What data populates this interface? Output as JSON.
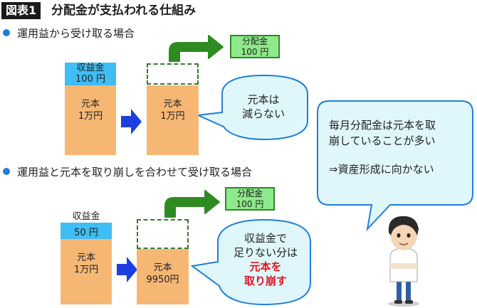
{
  "header": {
    "tag": "図表1",
    "title": "分配金が支払われる仕組み"
  },
  "section1": {
    "heading": "運用益から受け取る場合",
    "income_label": "収益金",
    "income_amount": "100 円",
    "principal_label": "元本",
    "principal_before": "1万円",
    "principal_after": "1万円",
    "dividend_label": "分配金",
    "dividend_amount": "100 円",
    "bubble_line1": "元本は",
    "bubble_line2": "減らない"
  },
  "section2": {
    "heading": "運用益と元本を取り崩しを合わせて受け取る場合",
    "income_label": "収益金",
    "income_amount": "50 円",
    "principal_label": "元本",
    "principal_before": "1万円",
    "principal_after": "9950円",
    "dividend_label": "分配金",
    "dividend_amount": "100 円",
    "bubble_line1": "収益金で",
    "bubble_line2": "足りない分は",
    "bubble_emph1": "元本を",
    "bubble_emph2": "取り崩す"
  },
  "callout": {
    "line1": "毎月分配金は元本を取",
    "line2": "崩していることが多い",
    "line3": "⇒資産形成に向かない"
  },
  "colors": {
    "principal": "#f7b774",
    "income": "#3fbdf5",
    "dividend": "#8ee98a",
    "arrow_green": "#2e8b22",
    "arrow_blue": "#1d3fe0"
  }
}
